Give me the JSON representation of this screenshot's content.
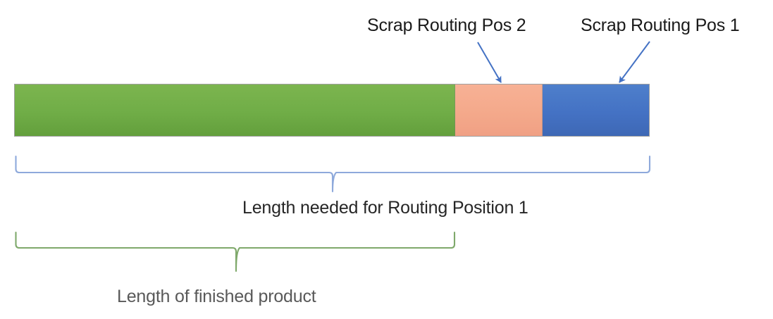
{
  "diagram": {
    "title": "Routing length and scrap allocation diagram",
    "callouts": [
      {
        "id": "scrap-pos2",
        "label": "Scrap Routing Pos 2",
        "arrow_color": "#4472C4",
        "points_to": "scrap-routing-pos-2-segment"
      },
      {
        "id": "scrap-pos1",
        "label": "Scrap Routing Pos 1",
        "arrow_color": "#4472C4",
        "points_to": "scrap-routing-pos-1-segment"
      }
    ],
    "bar": {
      "segments": [
        {
          "id": "finished",
          "name": "finished-product-segment",
          "color": "#70AD47"
        },
        {
          "id": "scrap-pos2",
          "name": "scrap-routing-pos-2-segment",
          "color": "#F4A98B"
        },
        {
          "id": "scrap-pos1",
          "name": "scrap-routing-pos-1-segment",
          "color": "#4472C4"
        }
      ]
    },
    "braces": [
      {
        "id": "routing-pos1",
        "caption": "Length needed for Routing Position 1",
        "color": "#8EA9DB",
        "caption_color": "#262626",
        "spans": [
          "finished",
          "scrap-pos2",
          "scrap-pos1"
        ]
      },
      {
        "id": "finished-product",
        "caption": "Length of finished product",
        "color": "#7FA96B",
        "caption_color": "#595959",
        "spans": [
          "finished"
        ]
      }
    ]
  }
}
